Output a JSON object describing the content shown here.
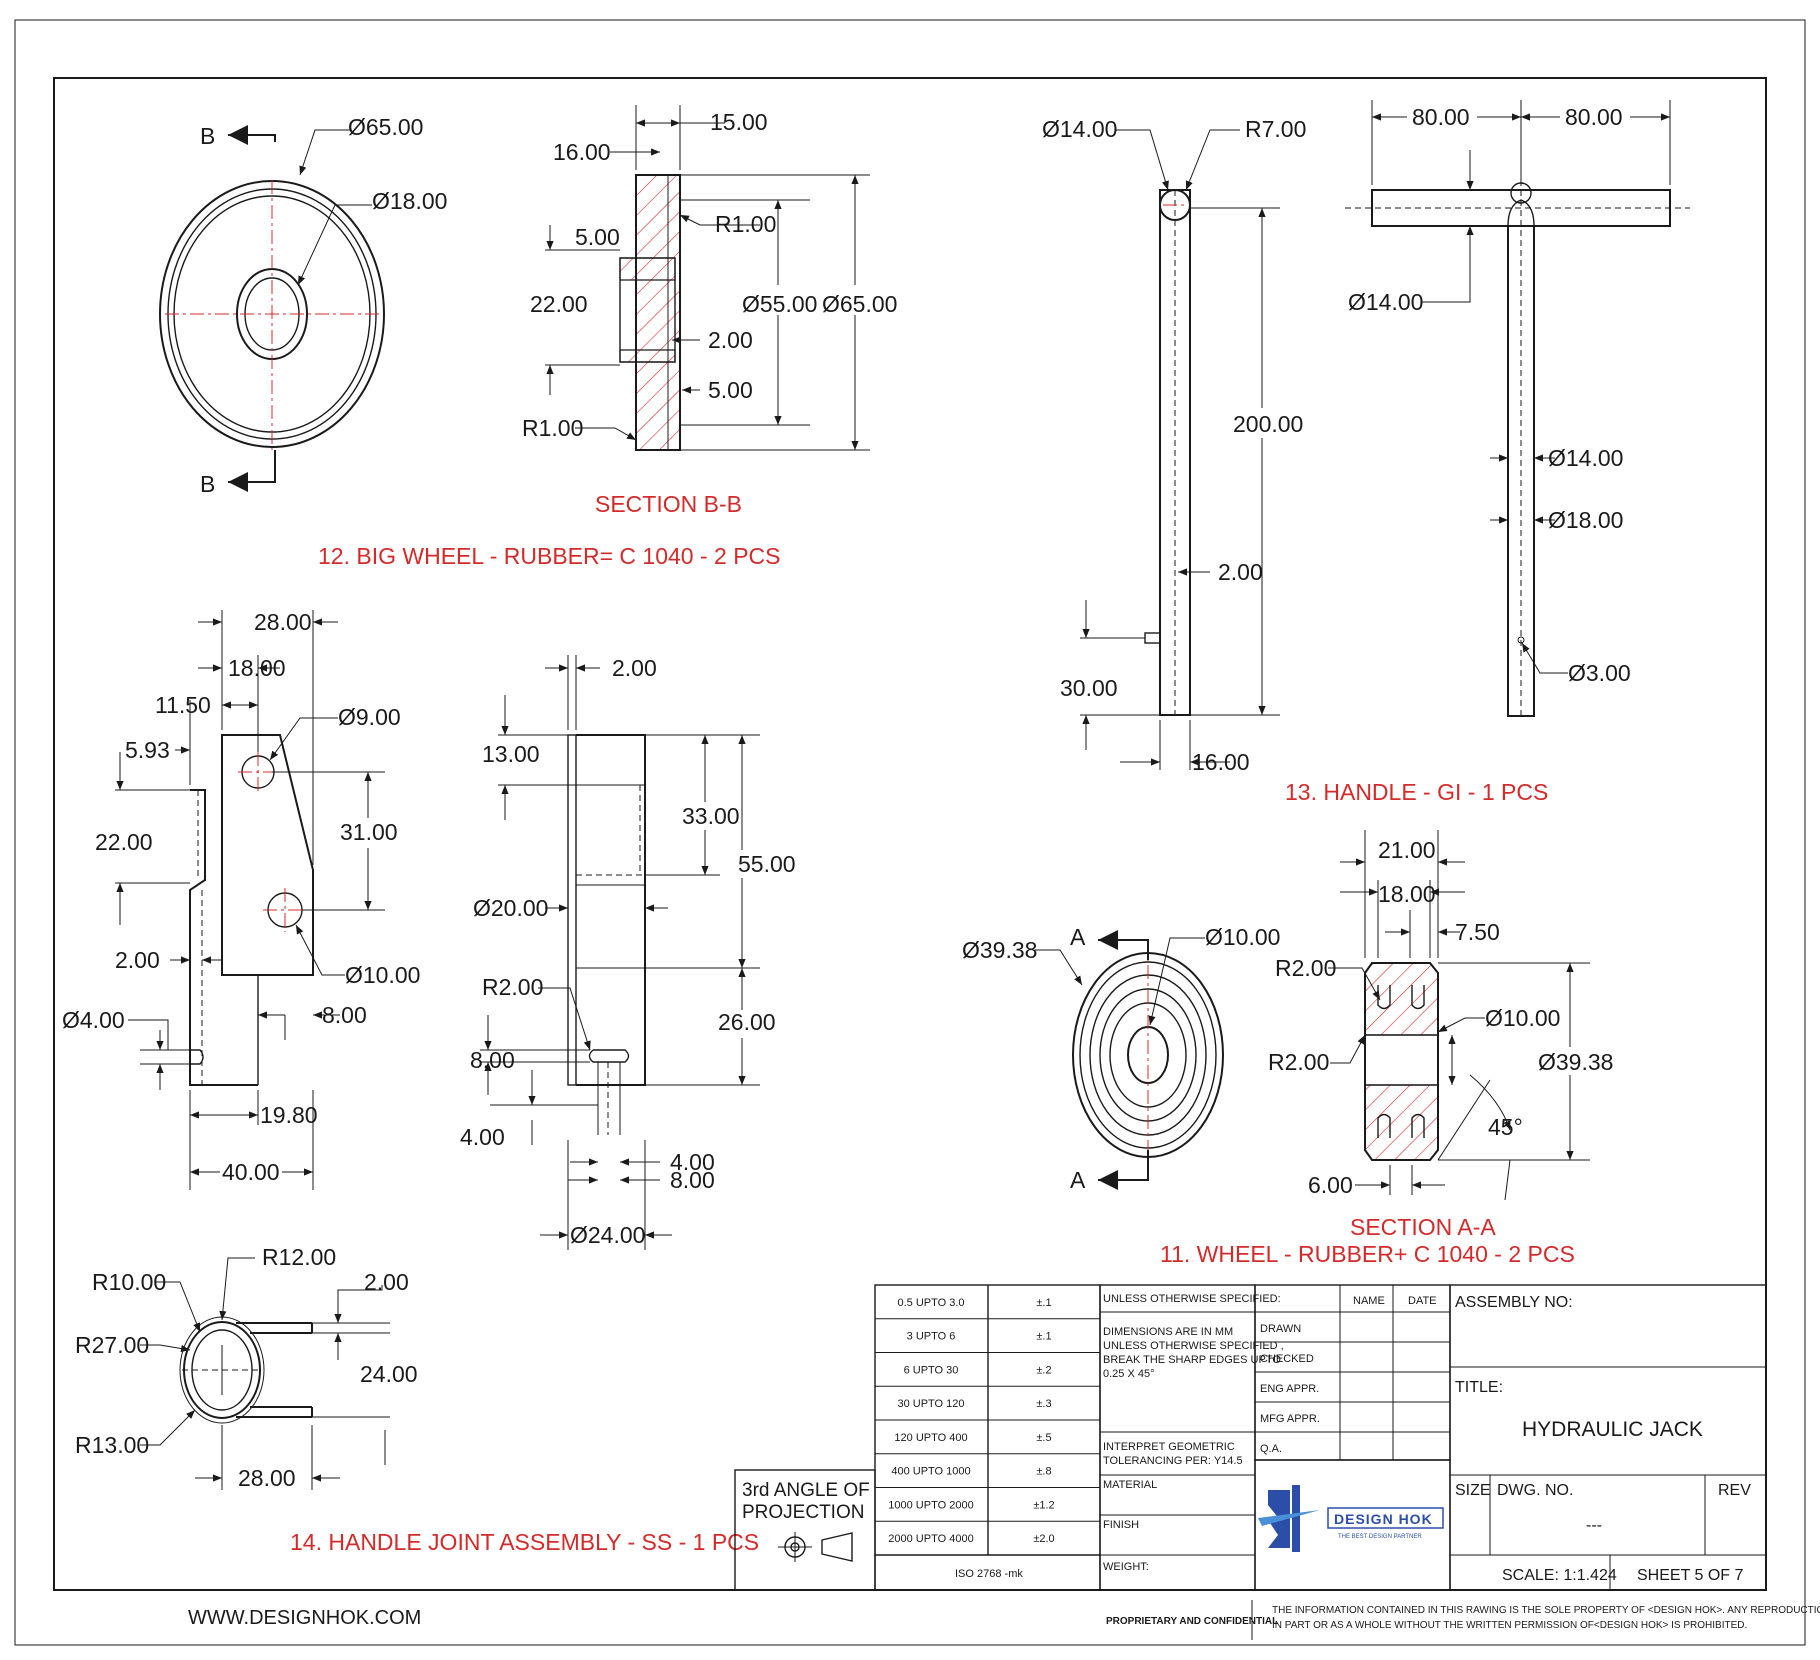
{
  "colors": {
    "annotation": "#d42a2a",
    "line": "#1a1a1a",
    "brand": "#2b4fa8"
  },
  "views": {
    "big_wheel": {
      "caption": "12.  BIG WHEEL - RUBBER= C 1040 - 2 PCS",
      "section_caption": "SECTION B-B",
      "cut_label": "B",
      "dims": {
        "d65_front": "Ø65.00",
        "d18": "Ø18.00",
        "w15": "15.00",
        "w16": "16.00",
        "r1_top": "R1.00",
        "w5_top": "5.00",
        "h22": "22.00",
        "d55": "Ø55.00",
        "d65_side": "Ø65.00",
        "w2": "2.00",
        "w5_bot": "5.00",
        "r1_bot": "R1.00"
      }
    },
    "handle": {
      "caption": "13.  HANDLE - GI - 1 PCS",
      "dims": {
        "d14_top": "Ø14.00",
        "r7": "R7.00",
        "l200": "200.00",
        "w2": "2.00",
        "h30": "30.00",
        "w16": "16.00",
        "l80_left": "80.00",
        "l80_right": "80.00",
        "d14_left": "Ø14.00",
        "d14_right": "Ø14.00",
        "d18": "Ø18.00",
        "d3": "Ø3.00"
      }
    },
    "bracket": {
      "dims": {
        "w28": "28.00",
        "w18": "18.00",
        "w11_5": "11.50",
        "w5_93": "5.93",
        "d9": "Ø9.00",
        "h22": "22.00",
        "h31": "31.00",
        "w2": "2.00",
        "d10": "Ø10.00",
        "d4": "Ø4.00",
        "w8": "8.00",
        "w19_8": "19.80",
        "w40": "40.00"
      }
    },
    "spindle": {
      "dims": {
        "w2": "2.00",
        "h13": "13.00",
        "h33": "33.00",
        "h55": "55.00",
        "d20": "Ø20.00",
        "r2": "R2.00",
        "h26": "26.00",
        "h8": "8.00",
        "h4": "4.00",
        "w4": "4.00",
        "w8": "8.00",
        "d24": "Ø24.00"
      }
    },
    "small_wheel": {
      "caption": "11.  WHEEL - RUBBER+ C 1040 - 2 PCS",
      "section_caption": "SECTION A-A",
      "cut_label": "A",
      "dims": {
        "d39_front": "Ø39.38",
        "d10_front": "Ø10.00",
        "w21": "21.00",
        "w18": "18.00",
        "w7_5": "7.50",
        "r2_top": "R2.00",
        "d10_side": "Ø10.00",
        "r2_bot": "R2.00",
        "d39_side": "Ø39.38",
        "angle": "45°",
        "w6": "6.00"
      }
    },
    "handle_joint": {
      "caption": "14.  HANDLE JOINT ASSEMBLY - SS - 1 PCS",
      "dims": {
        "r12": "R12.00",
        "r10": "R10.00",
        "r27": "R27.00",
        "r13": "R13.00",
        "w2": "2.00",
        "h24": "24.00",
        "w28": "28.00"
      }
    }
  },
  "tolerances": {
    "rows": [
      {
        "range": "0.5 UPTO 3.0",
        "tol": "±.1"
      },
      {
        "range": "3 UPTO 6",
        "tol": "±.1"
      },
      {
        "range": "6 UPTO 30",
        "tol": "±.2"
      },
      {
        "range": "30 UPTO 120",
        "tol": "±.3"
      },
      {
        "range": "120 UPTO 400",
        "tol": "±.5"
      },
      {
        "range": "400 UPTO 1000",
        "tol": "±.8"
      },
      {
        "range": "1000 UPTO 2000",
        "tol": "±1.2"
      },
      {
        "range": "2000 UPTO 4000",
        "tol": "±2.0"
      }
    ],
    "standard": "ISO 2768 -mk"
  },
  "projection": {
    "line1": "3rd ANGLE OF",
    "line2": "PROJECTION"
  },
  "notes": {
    "unless": "UNLESS OTHERWISE SPECIFIED:",
    "dims_lines": [
      "DIMENSIONS ARE IN MM",
      "UNLESS OTHERWISE SPECIFIED ,",
      "BREAK THE SHARP EDGES UPTO",
      "0.25 X 45°"
    ],
    "interpret_lines": [
      "INTERPRET GEOMETRIC",
      "TOLERANCING PER: Y14.5"
    ],
    "material": "MATERIAL",
    "finish": "FINISH",
    "weight": "WEIGHT:"
  },
  "signoff": {
    "name_header": "NAME",
    "date_header": "DATE",
    "rows": [
      "DRAWN",
      "CHECKED",
      "ENG APPR.",
      "MFG APPR.",
      "Q.A."
    ]
  },
  "title_block": {
    "assembly_no": "ASSEMBLY NO:",
    "title_label": "TITLE:",
    "title": "HYDRAULIC JACK",
    "size": "SIZE",
    "dwg_no": "DWG.  NO.",
    "rev": "REV",
    "dwg_value": "---",
    "scale": "SCALE: 1:1.424",
    "sheet": "SHEET 5 OF 7"
  },
  "brand": {
    "name": "DESIGN HOK",
    "tagline": "THE BEST DESIGN PARTNER"
  },
  "footer": {
    "website": "WWW.DESIGNHOK.COM",
    "proprietary": "PROPRIETARY AND CONFIDENTIAL",
    "notice_lines": [
      "THE INFORMATION CONTAINED IN THIS RAWING IS THE SOLE PROPERTY OF <DESIGN HOK>.  ANY REPRODUCTION",
      "IN PART OR AS A WHOLE WITHOUT THE WRITTEN PERMISSION OF<DESIGN HOK> IS PROHIBITED."
    ]
  }
}
